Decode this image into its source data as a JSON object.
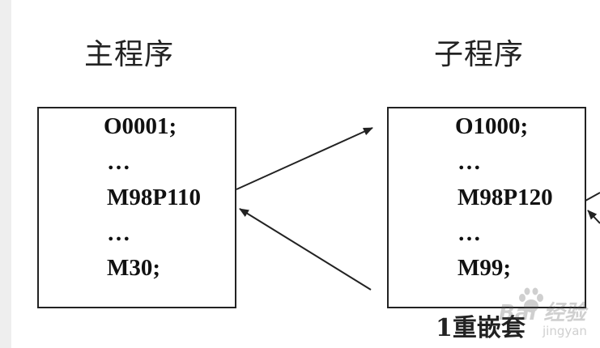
{
  "main_program": {
    "heading": "主程序",
    "lines": [
      "O0001;",
      "…",
      "M98P110",
      "…",
      "M30;"
    ]
  },
  "sub_program": {
    "heading": "子程序",
    "lines": [
      "O1000;",
      "…",
      "M98P120",
      "…",
      "M99;"
    ]
  },
  "caption": "1重嵌套",
  "watermark": {
    "brand": "Bai 经验",
    "sub": "jingyan"
  },
  "colors": {
    "line": "#222222",
    "text": "#111111",
    "background": "#ffffff"
  }
}
